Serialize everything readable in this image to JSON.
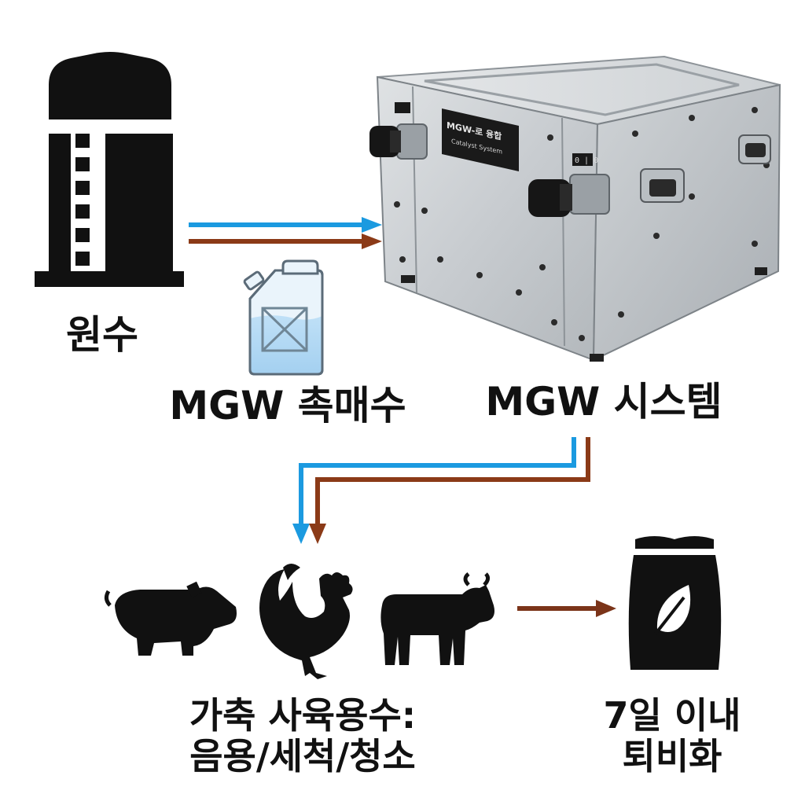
{
  "nodes": {
    "source": {
      "label": "원수"
    },
    "catalyst": {
      "label": "MGW 촉매수"
    },
    "system": {
      "label": "MGW 시스템",
      "plate_text": "MGW-로 융합",
      "plate_subtext": "Catalyst System",
      "tag_text": "0 | 0"
    },
    "livestock_water": {
      "lines": [
        "가축 사육용수:",
        "음용/세척/청소"
      ]
    },
    "compost": {
      "lines": [
        "7일 이내",
        "퇴비화"
      ]
    }
  },
  "icons": {
    "source": "water-tower-icon",
    "catalyst": "jerry-can-icon",
    "system": "metal-box-icon",
    "animals": [
      "pig-icon",
      "rooster-icon",
      "cow-icon"
    ],
    "compost": "fertilizer-bag-icon"
  },
  "colors": {
    "water_flow": "#1b9ae0",
    "catalyst_flow": "#8b3a17",
    "output_flow": "#7b3419",
    "icon_fill": "#111111",
    "text": "#111111"
  }
}
